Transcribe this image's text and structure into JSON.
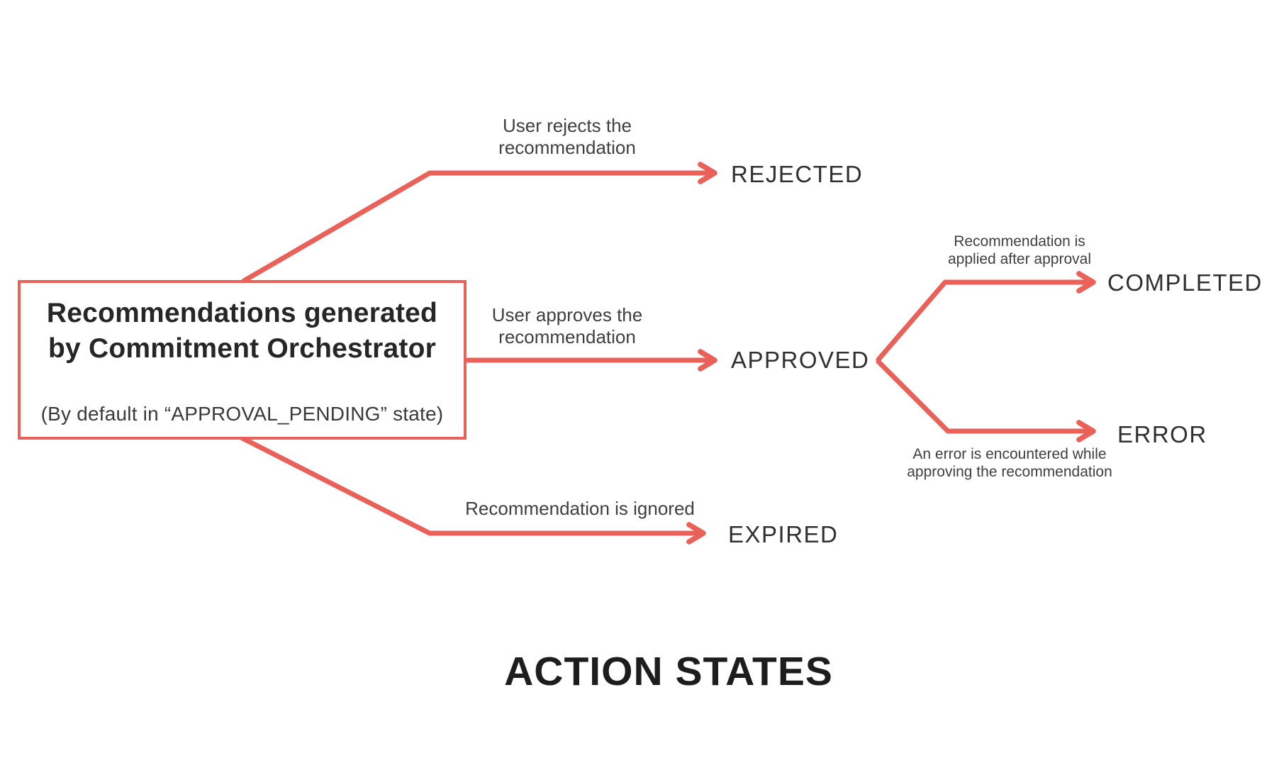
{
  "page_title": "ACTION STATES",
  "source_box": {
    "title_line1": "Recommendations generated",
    "title_line2": "by Commitment Orchestrator",
    "subtitle": "(By default in “APPROVAL_PENDING” state)"
  },
  "states": {
    "rejected": "REJECTED",
    "approved": "APPROVED",
    "completed": "COMPLETED",
    "error": "ERROR",
    "expired": "EXPIRED"
  },
  "transition_labels": {
    "reject_line1": "User rejects the",
    "reject_line2": "recommendation",
    "approve_line1": "User approves the",
    "approve_line2": "recommendation",
    "ignore": "Recommendation is ignored",
    "complete_line1": "Recommendation is",
    "complete_line2": "applied after approval",
    "error_line1": "An error is encountered while",
    "error_line2": "approving the recommendation"
  },
  "colors": {
    "accent": "#EA615A",
    "box_title_text": "#262626",
    "state_text": "#303030",
    "label_text": "#3F3F3F",
    "heading_text": "#1D1D1D",
    "background": "#FFFFFF"
  }
}
